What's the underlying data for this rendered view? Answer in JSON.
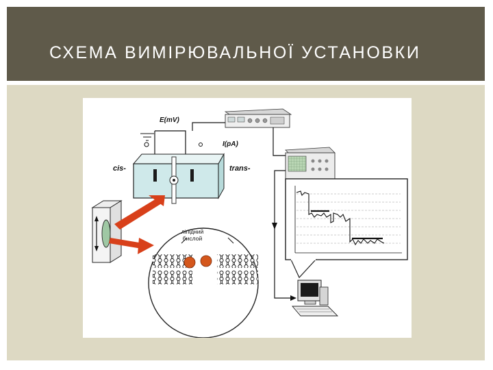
{
  "slide": {
    "title": "СХЕМА ВИМІРЮВАЛЬНОЇ УСТАНОВКИ"
  },
  "diagram": {
    "labels": {
      "voltage": "E(mV)",
      "current": "I(pA)",
      "cis": "cis-",
      "trans": "trans-",
      "bilayer_line1": "ліпідний",
      "bilayer_line2": "бислой"
    },
    "icons": [
      "amplifier-device-icon",
      "oscilloscope-icon",
      "computer-icon",
      "lipid-bilayer-icon",
      "measurement-chamber-icon"
    ]
  },
  "colors": {
    "title_bar": "#5f5a4a",
    "panel": "#ddd9c3",
    "chamber_fill": "#cfe9ea",
    "arrow_red": "#d8401a",
    "channel_protein": "#d4571c"
  }
}
